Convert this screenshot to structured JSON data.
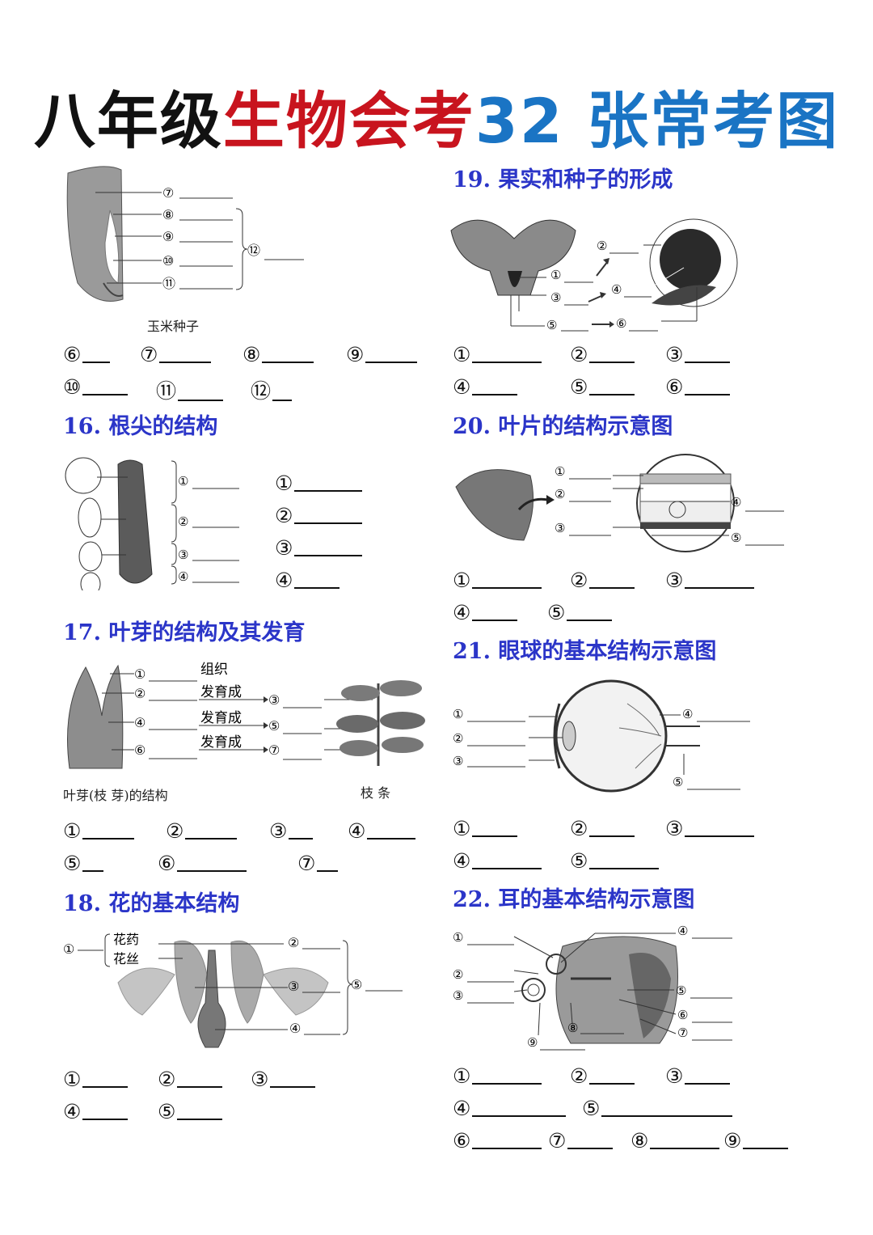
{
  "title": {
    "part1": "八年级",
    "part2": "生物会考",
    "part3": "32 张常考图"
  },
  "sections": {
    "s16": "16. 根尖的结构",
    "s17": "17. 叶芽的结构及其发育",
    "s18": "18. 花的基本结构",
    "s19": "19. 果实和种子的形成",
    "s20": "20. 叶片的结构示意图",
    "s21": "21. 眼球的基本结构示意图",
    "s22": "22. 耳的基本结构示意图"
  },
  "captions": {
    "corn": "玉米种子",
    "bud": "叶芽(枝 芽)的结构",
    "branch": "枝 条",
    "tissue": "组织",
    "develop": "发育成",
    "anther": "花药",
    "filament": "花丝"
  },
  "markers": {
    "m1": "①",
    "m2": "②",
    "m3": "③",
    "m4": "④",
    "m5": "⑤",
    "m6": "⑥",
    "m7": "⑦",
    "m8": "⑧",
    "m9": "⑨",
    "m10": "⑩",
    "m11": "⑪",
    "m12": "⑫"
  },
  "colors": {
    "title_black": "#111111",
    "title_red": "#c8141e",
    "title_blue": "#1a74c4",
    "section_blue": "#2b35c8"
  }
}
